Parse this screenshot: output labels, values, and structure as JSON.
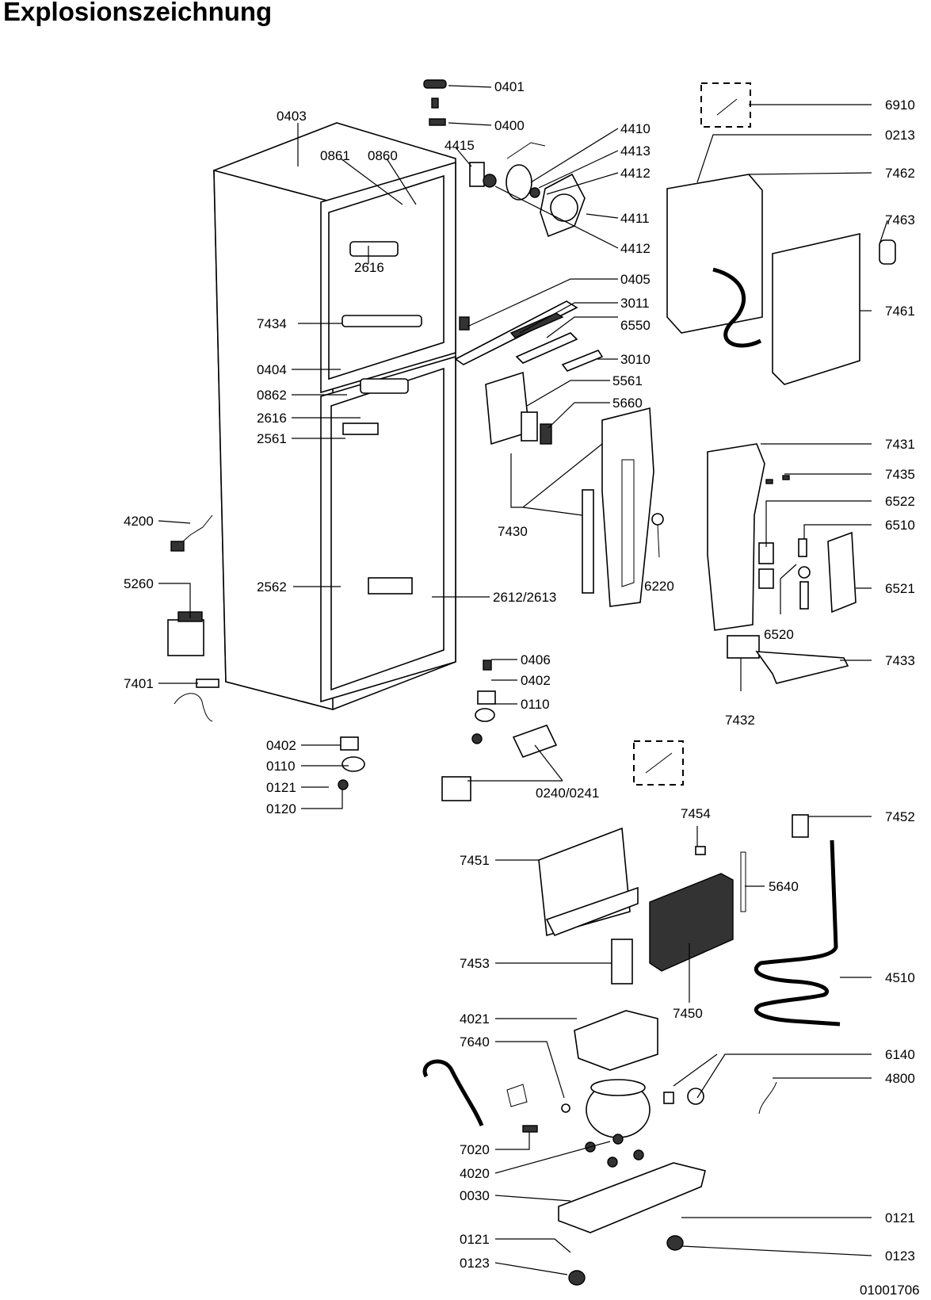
{
  "title": "Explosionszeichnung",
  "document_number": "01001706",
  "part_labels": [
    "0401",
    "0400",
    "4410",
    "4413",
    "4412",
    "4411",
    "4412",
    "4415",
    "0403",
    "0861",
    "0860",
    "2616",
    "0405",
    "3011",
    "6550",
    "3010",
    "7434",
    "0404",
    "0862",
    "2616",
    "2561",
    "5561",
    "5660",
    "7430",
    "6220",
    "4200",
    "5260",
    "2562",
    "2612/2613",
    "0406",
    "0402",
    "0110",
    "7401",
    "0402",
    "0110",
    "0121",
    "0120",
    "0240/0241",
    "6910",
    "0213",
    "7462",
    "7463",
    "7461",
    "7431",
    "7435",
    "6522",
    "6510",
    "6521",
    "6520",
    "7433",
    "7432",
    "7454",
    "7452",
    "7451",
    "5640",
    "7453",
    "7450",
    "4510",
    "4021",
    "7640",
    "6140",
    "4800",
    "7020",
    "4020",
    "0030",
    "0121",
    "0123",
    "0121",
    "0123"
  ]
}
